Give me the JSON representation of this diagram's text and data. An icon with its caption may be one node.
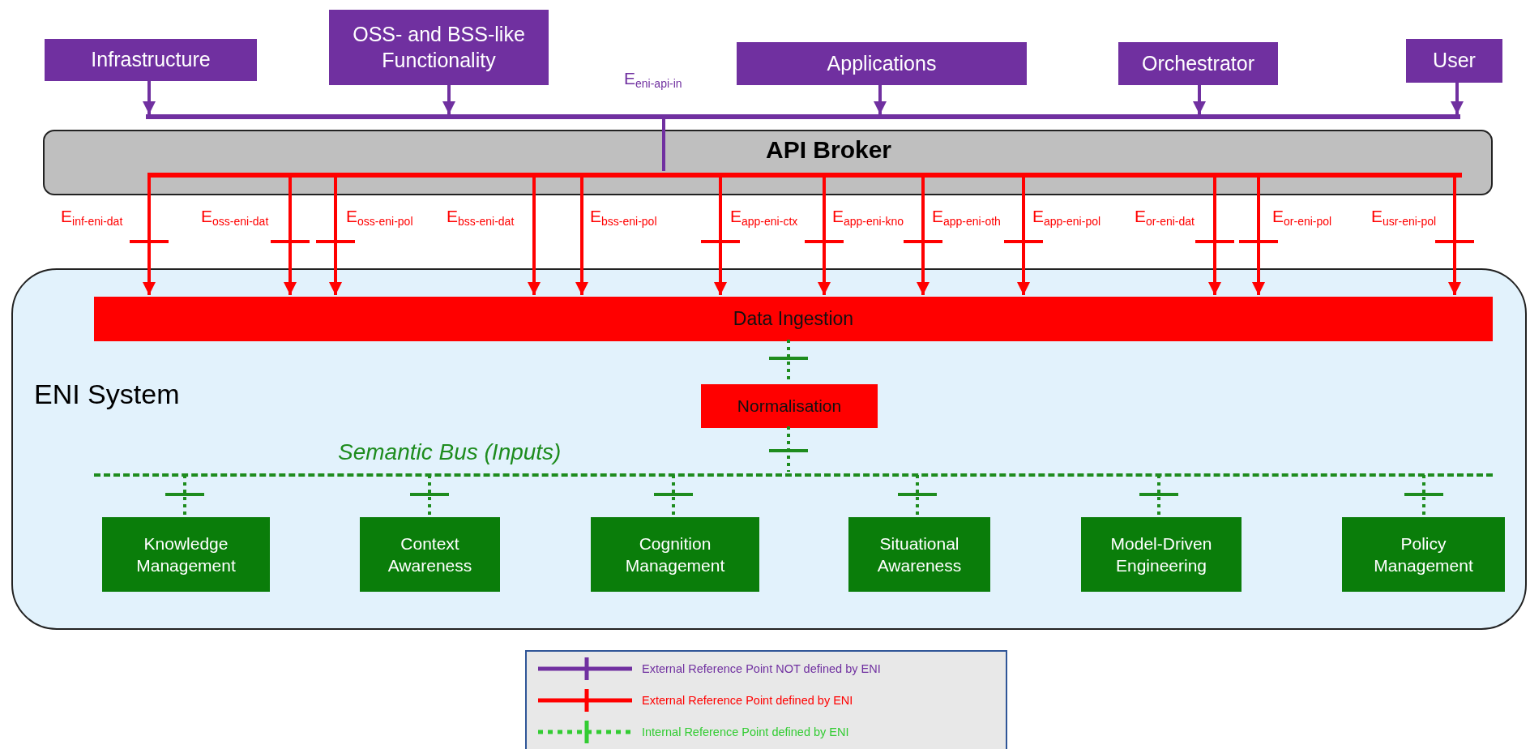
{
  "diagram": {
    "nodes": [
      {
        "text": [
          "Infrastructure"
        ]
      },
      {
        "text": [
          "OSS- and BSS-like Functionality"
        ]
      },
      {
        "text": [
          "Applications"
        ]
      },
      {
        "text": [
          "Orchestrator"
        ]
      },
      {
        "text": [
          "User"
        ]
      },
      {
        "text": [],
        "shape": "bar"
      },
      {
        "text": [
          "API Broker"
        ]
      },
      {
        "text": [],
        "shape": "bar",
        "in": 6
      },
      {
        "text": [
          "ENI System"
        ]
      },
      {
        "text": [
          "Data Ingestion"
        ],
        "in": 8
      },
      {
        "text": [
          "Normalisation"
        ],
        "in": 8
      },
      {
        "text": [
          "Semantic Bus (Inputs)"
        ],
        "in": 8
      },
      {
        "text": [
          "Knowledge Management"
        ],
        "in": 8
      },
      {
        "text": [
          "Context Awareness"
        ],
        "in": 8
      },
      {
        "text": [
          "Cognition Management"
        ],
        "in": 8
      },
      {
        "text": [
          "Situational Awareness"
        ],
        "in": 8
      },
      {
        "text": [
          "Model-Driven Engineering"
        ],
        "in": 8
      },
      {
        "text": [
          "Policy Management"
        ],
        "in": 8
      }
    ],
    "edges": [
      {
        "from": 0,
        "to": 5,
        "arrow": "to",
        "color": "#7030a0"
      },
      {
        "from": 1,
        "to": 5,
        "arrow": "to",
        "color": "#7030a0"
      },
      {
        "from": 2,
        "to": 5,
        "arrow": "to",
        "color": "#7030a0"
      },
      {
        "from": 3,
        "to": 5,
        "arrow": "to",
        "color": "#7030a0"
      },
      {
        "from": 4,
        "to": 5,
        "arrow": "to",
        "color": "#7030a0"
      },
      {
        "from": 5,
        "to": 7,
        "arrow": "none",
        "label": "E$_{eni-api-in}$",
        "color": "#7030a0"
      },
      {
        "from": 7,
        "to": 9,
        "arrow": "to",
        "label": "E$_{inf-eni-dat}$"
      },
      {
        "from": 7,
        "to": 9,
        "arrow": "to",
        "label": "E$_{oss-eni-dat}$"
      },
      {
        "from": 7,
        "to": 9,
        "arrow": "to",
        "label": "E$_{oss-eni-pol}$"
      },
      {
        "from": 7,
        "to": 9,
        "arrow": "to",
        "label": "E$_{bss-eni-dat}$"
      },
      {
        "from": 7,
        "to": 9,
        "arrow": "to",
        "label": "E$_{bss-eni-pol}$"
      },
      {
        "from": 7,
        "to": 9,
        "arrow": "to",
        "label": "E$_{app-eni-ctx}$"
      },
      {
        "from": 7,
        "to": 9,
        "arrow": "to",
        "label": "E$_{app-eni-kno}$"
      },
      {
        "from": 7,
        "to": 9,
        "arrow": "to",
        "label": "E$_{app-eni-oth}$"
      },
      {
        "from": 7,
        "to": 9,
        "arrow": "to",
        "label": "E$_{app-eni-pol}$"
      },
      {
        "from": 7,
        "to": 9,
        "arrow": "to",
        "label": "E$_{or-eni-dat}$"
      },
      {
        "from": 7,
        "to": 9,
        "arrow": "to",
        "label": "E$_{or-eni-pol}$"
      },
      {
        "from": 7,
        "to": 9,
        "arrow": "to",
        "label": "E$_{usr-eni-pol}$"
      },
      {
        "from": 9,
        "to": 10,
        "arrow": "none",
        "style": "dashed",
        "color": "#1e8c1e"
      },
      {
        "from": 10,
        "to": 11,
        "arrow": "none",
        "style": "dashed",
        "color": "#1e8c1e"
      },
      {
        "from": 11,
        "to": 12,
        "arrow": "none",
        "style": "dashed",
        "color": "#1e8c1e"
      },
      {
        "from": 11,
        "to": 13,
        "arrow": "none",
        "style": "dashed",
        "color": "#1e8c1e"
      },
      {
        "from": 11,
        "to": 14,
        "arrow": "none",
        "style": "dashed",
        "color": "#1e8c1e"
      },
      {
        "from": 11,
        "to": 15,
        "arrow": "none",
        "style": "dashed",
        "color": "#1e8c1e"
      },
      {
        "from": 11,
        "to": 16,
        "arrow": "none",
        "style": "dashed",
        "color": "#1e8c1e"
      },
      {
        "from": 11,
        "to": 17,
        "arrow": "none",
        "style": "dashed",
        "color": "#1e8c1e"
      }
    ],
    "legend": [
      {
        "text": "External Reference Point NOT defined by ENI"
      },
      {
        "text": "External Reference Point defined by ENI"
      },
      {
        "text": "Internal Reference Point defined by ENI"
      }
    ]
  }
}
